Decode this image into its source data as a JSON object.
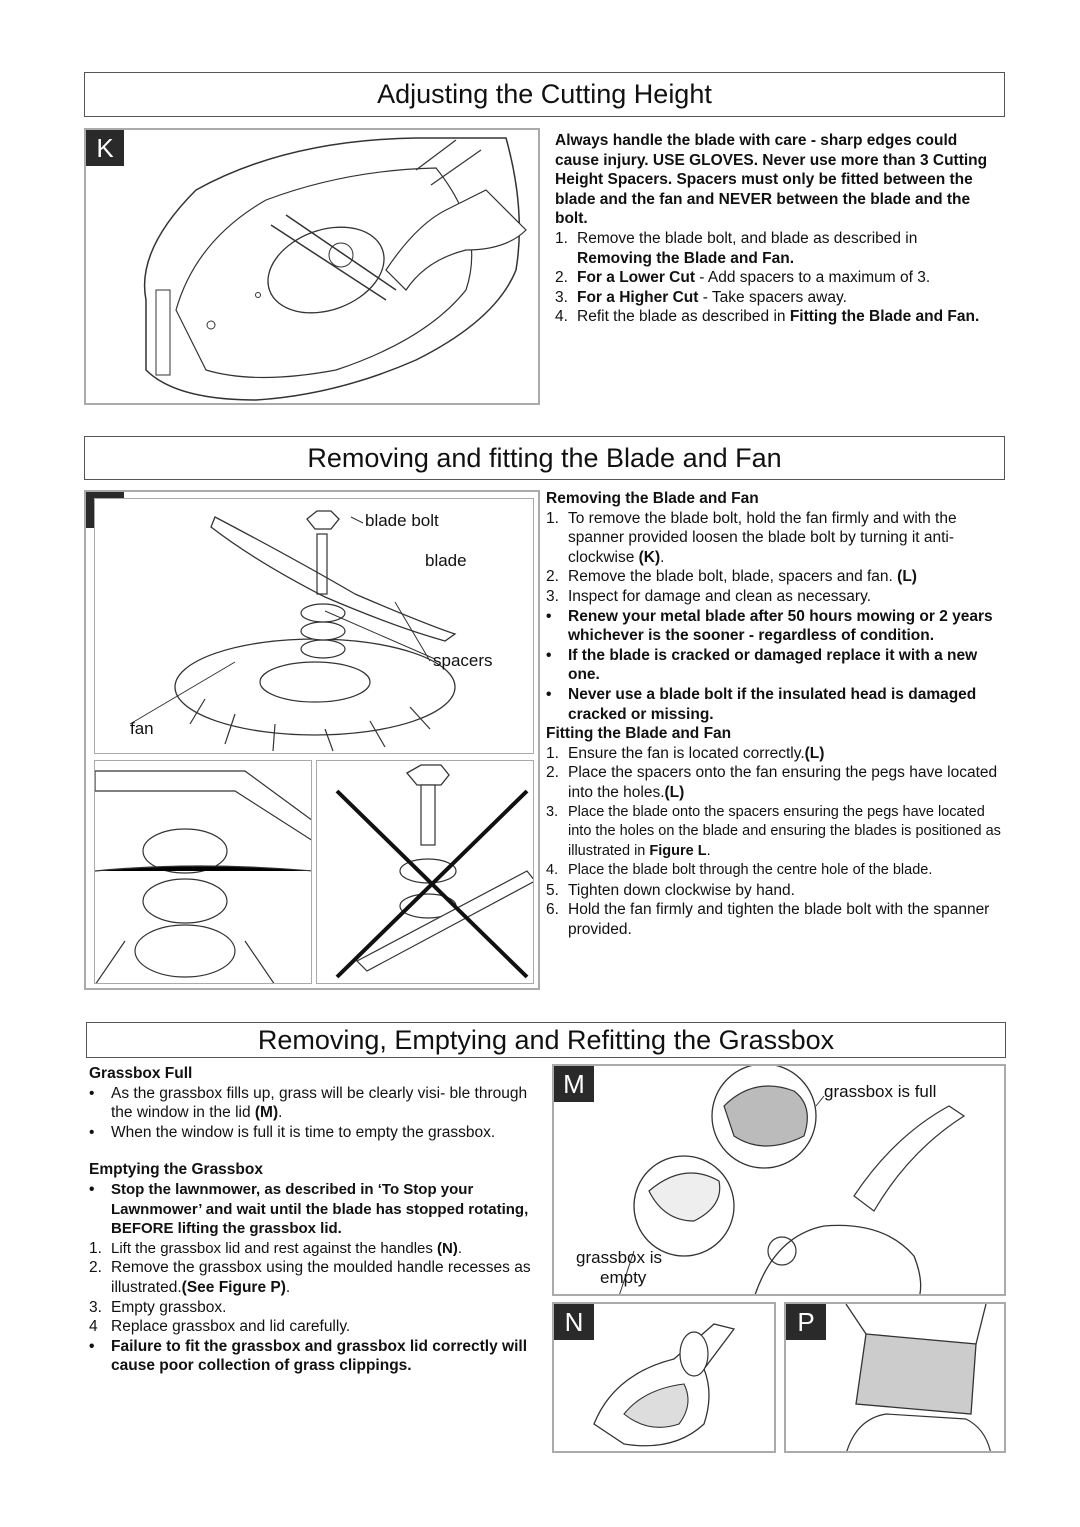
{
  "headers": {
    "cutting": "Adjusting the Cutting Height",
    "blade": "Removing and fitting the Blade and Fan",
    "grassbox": "Removing, Emptying and Refitting the Grassbox"
  },
  "figures": {
    "k": "K",
    "l": "L",
    "m": "M",
    "n": "N",
    "p": "P"
  },
  "fig_l_labels": {
    "blade_bolt": "blade bolt",
    "blade": "blade",
    "spacers": "spacers",
    "fan": "fan"
  },
  "fig_m_labels": {
    "full": "grassbox is full",
    "empty_1": "grassbox is",
    "empty_2": "empty"
  },
  "cutting": {
    "warning": "Always handle the blade with care - sharp edges could cause injury.  USE GLOVES.  Never use more than 3 Cutting Height Spacers.  Spacers must only be fitted between the blade and the fan and NEVER between the blade and the bolt.",
    "s1_num": "1.",
    "s1_text": "Remove the blade bolt, and blade as described in",
    "s1_bold": "Removing the Blade and Fan.",
    "s2_num": "2.",
    "s2_bold": "For a Lower Cut",
    "s2_text": " - Add spacers to a maximum of 3.",
    "s3_num": "3.",
    "s3_bold": "For a Higher Cut",
    "s3_text": " - Take spacers away.",
    "s4_num": "4.",
    "s4_text": "Refit the blade as described in ",
    "s4_bold": "Fitting the Blade and Fan."
  },
  "blade": {
    "removing_title": "Removing the Blade and Fan",
    "r1_num": "1.",
    "r1_text": "To remove the blade bolt, hold the fan firmly and with the spanner provided loosen the blade bolt by turning it anti-clockwise ",
    "r1_ref": "(K)",
    "r1_end": ".",
    "r2_num": "2.",
    "r2_text": "Remove the blade bolt, blade, spacers and fan. ",
    "r2_ref": "(L)",
    "r3_num": "3.",
    "r3_text": "Inspect for damage and clean as necessary.",
    "w1": "Renew your metal blade after 50 hours mowing or 2 years whichever is the sooner - regardless of condition.",
    "w2": "If the blade is cracked or damaged replace it with a new one.",
    "w3": "Never use a blade bolt if the insulated head is damaged cracked or missing.",
    "bullet": "•",
    "fitting_title": "Fitting the Blade and Fan",
    "f1_num": "1.",
    "f1_text": "Ensure the fan is located correctly.",
    "f1_ref": "(L)",
    "f2_num": "2.",
    "f2_text": "Place the spacers onto the fan ensuring the pegs have located into the holes.",
    "f2_ref": "(L)",
    "f3_num": "3.",
    "f3_text": "Place the blade onto the spacers ensuring the pegs have located into the holes on the blade and ensuring the blades is positioned as illustrated in ",
    "f3_ref": "Figure L",
    "f4_num": "4.",
    "f4_text": "Place the blade bolt through the centre hole of the blade.",
    "f5_num": "5.",
    "f5_text": "Tighten down clockwise by hand.",
    "f6_num": "6.",
    "f6_text": "Hold the fan firmly and tighten the blade bolt with the spanner provided."
  },
  "grassbox": {
    "full_title": "Grassbox Full",
    "g1": "As the grassbox fills up, grass will be clearly visi- ble through the window in the lid ",
    "g1_ref": "(M)",
    "g2": "When the window is full it is time to empty the grassbox.",
    "empty_title": "Emptying the Grassbox",
    "e_warn": "Stop the lawnmower, as described in ‘To Stop your Lawnmower’ and wait until the blade has stopped rotating, BEFORE lifting the grassbox lid.",
    "e1_num": "1.",
    "e1_text": "Lift the grassbox lid and rest against the handles ",
    "e1_ref": "(N)",
    "e2_num": "2.",
    "e2_text": "Remove the grassbox using the moulded handle recesses as illustrated.",
    "e2_ref": "(See Figure P)",
    "e3_num": "3.",
    "e3_text": "Empty grassbox.",
    "e4_num": "4",
    "e4_text": "Replace grassbox and lid carefully.",
    "e_warn2": "Failure to fit the grassbox and grassbox lid correctly will cause poor collection of grass clippings."
  }
}
